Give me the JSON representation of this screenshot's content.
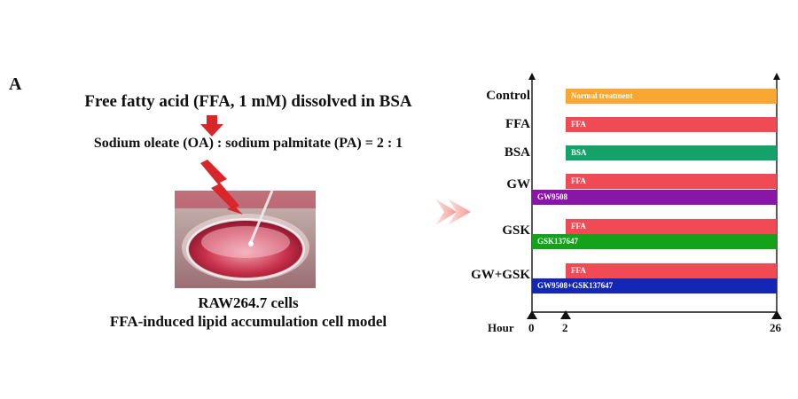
{
  "panel_letter": "A",
  "left": {
    "title": "Free fatty acid (FFA, 1 mM) dissolved in BSA",
    "ratio": "Sodium oleate (OA) : sodium palmitate (PA) = 2 : 1",
    "cells": "RAW264.7 cells",
    "model": "FFA-induced lipid accumulation cell model"
  },
  "timeline": {
    "hour_label": "Hour",
    "ticks": [
      "0",
      "2",
      "26"
    ],
    "rows": [
      {
        "label": "Control",
        "bars": [
          {
            "text": "Normal treatment",
            "start": 2,
            "end": 26,
            "color": "#f8a832"
          }
        ]
      },
      {
        "label": "FFA",
        "bars": [
          {
            "text": "FFA",
            "start": 2,
            "end": 26,
            "color": "#f04a55"
          }
        ]
      },
      {
        "label": "BSA",
        "bars": [
          {
            "text": "BSA",
            "start": 2,
            "end": 26,
            "color": "#12a26a"
          }
        ]
      },
      {
        "label": "GW",
        "bars": [
          {
            "text": "FFA",
            "start": 2,
            "end": 26,
            "color": "#f04a55"
          },
          {
            "text": "GW9508",
            "start": 0,
            "end": 26,
            "color": "#8a16a8"
          }
        ]
      },
      {
        "label": "GSK",
        "bars": [
          {
            "text": "FFA",
            "start": 2,
            "end": 26,
            "color": "#f04a55"
          },
          {
            "text": "GSK137647",
            "start": 0,
            "end": 26,
            "color": "#13a21a"
          }
        ]
      },
      {
        "label": "GW+GSK",
        "bars": [
          {
            "text": "FFA",
            "start": 2,
            "end": 26,
            "color": "#f04a55"
          },
          {
            "text": "GW9508+GSK137647",
            "start": 0,
            "end": 26,
            "color": "#1326b4"
          }
        ]
      }
    ]
  }
}
